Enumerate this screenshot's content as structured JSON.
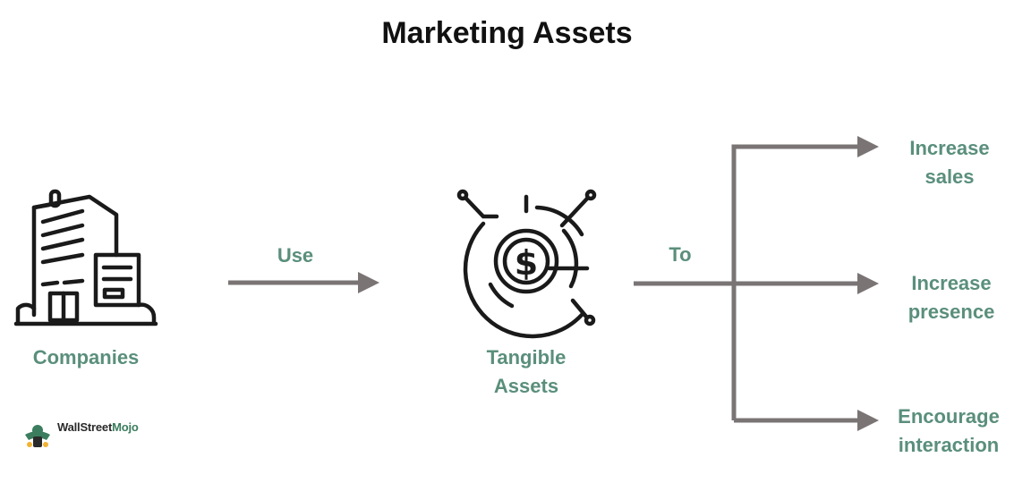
{
  "title": "Marketing Assets",
  "nodes": {
    "companies": {
      "label": "Companies",
      "icon": "office-building-icon"
    },
    "assets": {
      "label_lines": [
        "Tangible",
        "Assets"
      ],
      "icon": "dollar-assets-icon"
    }
  },
  "edges": {
    "use": "Use",
    "to": "To"
  },
  "outcomes": [
    {
      "lines": [
        "Increase",
        "sales"
      ]
    },
    {
      "lines": [
        "Increase",
        "presence"
      ]
    },
    {
      "lines": [
        "Encourage",
        "interaction"
      ]
    }
  ],
  "brand": {
    "name_part1": "WallStreet",
    "name_part2": "Mojo"
  },
  "colors": {
    "label": "#5a8f7b",
    "arrow": "#7a7475",
    "icon": "#1a1a1a",
    "title": "#111111"
  }
}
